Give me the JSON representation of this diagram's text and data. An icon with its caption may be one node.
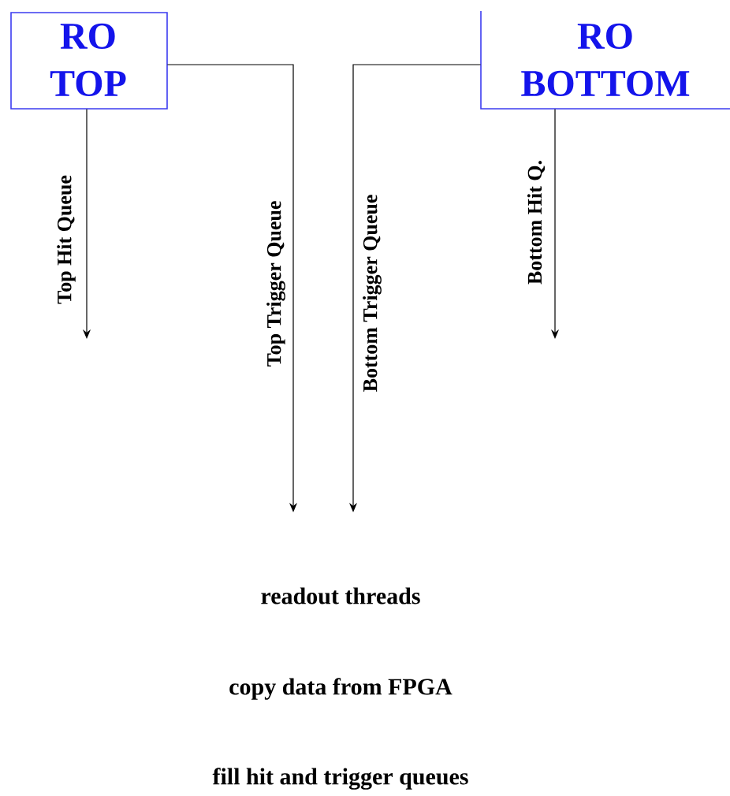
{
  "diagram": {
    "nodes": [
      {
        "text": [
          "RO TOP"
        ]
      },
      {
        "text": [
          "RO BOTTOM"
        ]
      }
    ],
    "edges": [
      {
        "from": 0,
        "to": null,
        "arrow": "to",
        "label": "Top Hit Queue"
      },
      {
        "from": 0,
        "to": null,
        "arrow": "to",
        "label": "Top Trigger Queue"
      },
      {
        "from": 1,
        "to": null,
        "arrow": "to",
        "label": "Bottom Trigger Queue"
      },
      {
        "from": 1,
        "to": null,
        "arrow": "to",
        "label": "Bottom Hit Q."
      }
    ],
    "labels": [
      "readout threads",
      "copy data from FPGA",
      "fill hit and trigger queues"
    ]
  }
}
